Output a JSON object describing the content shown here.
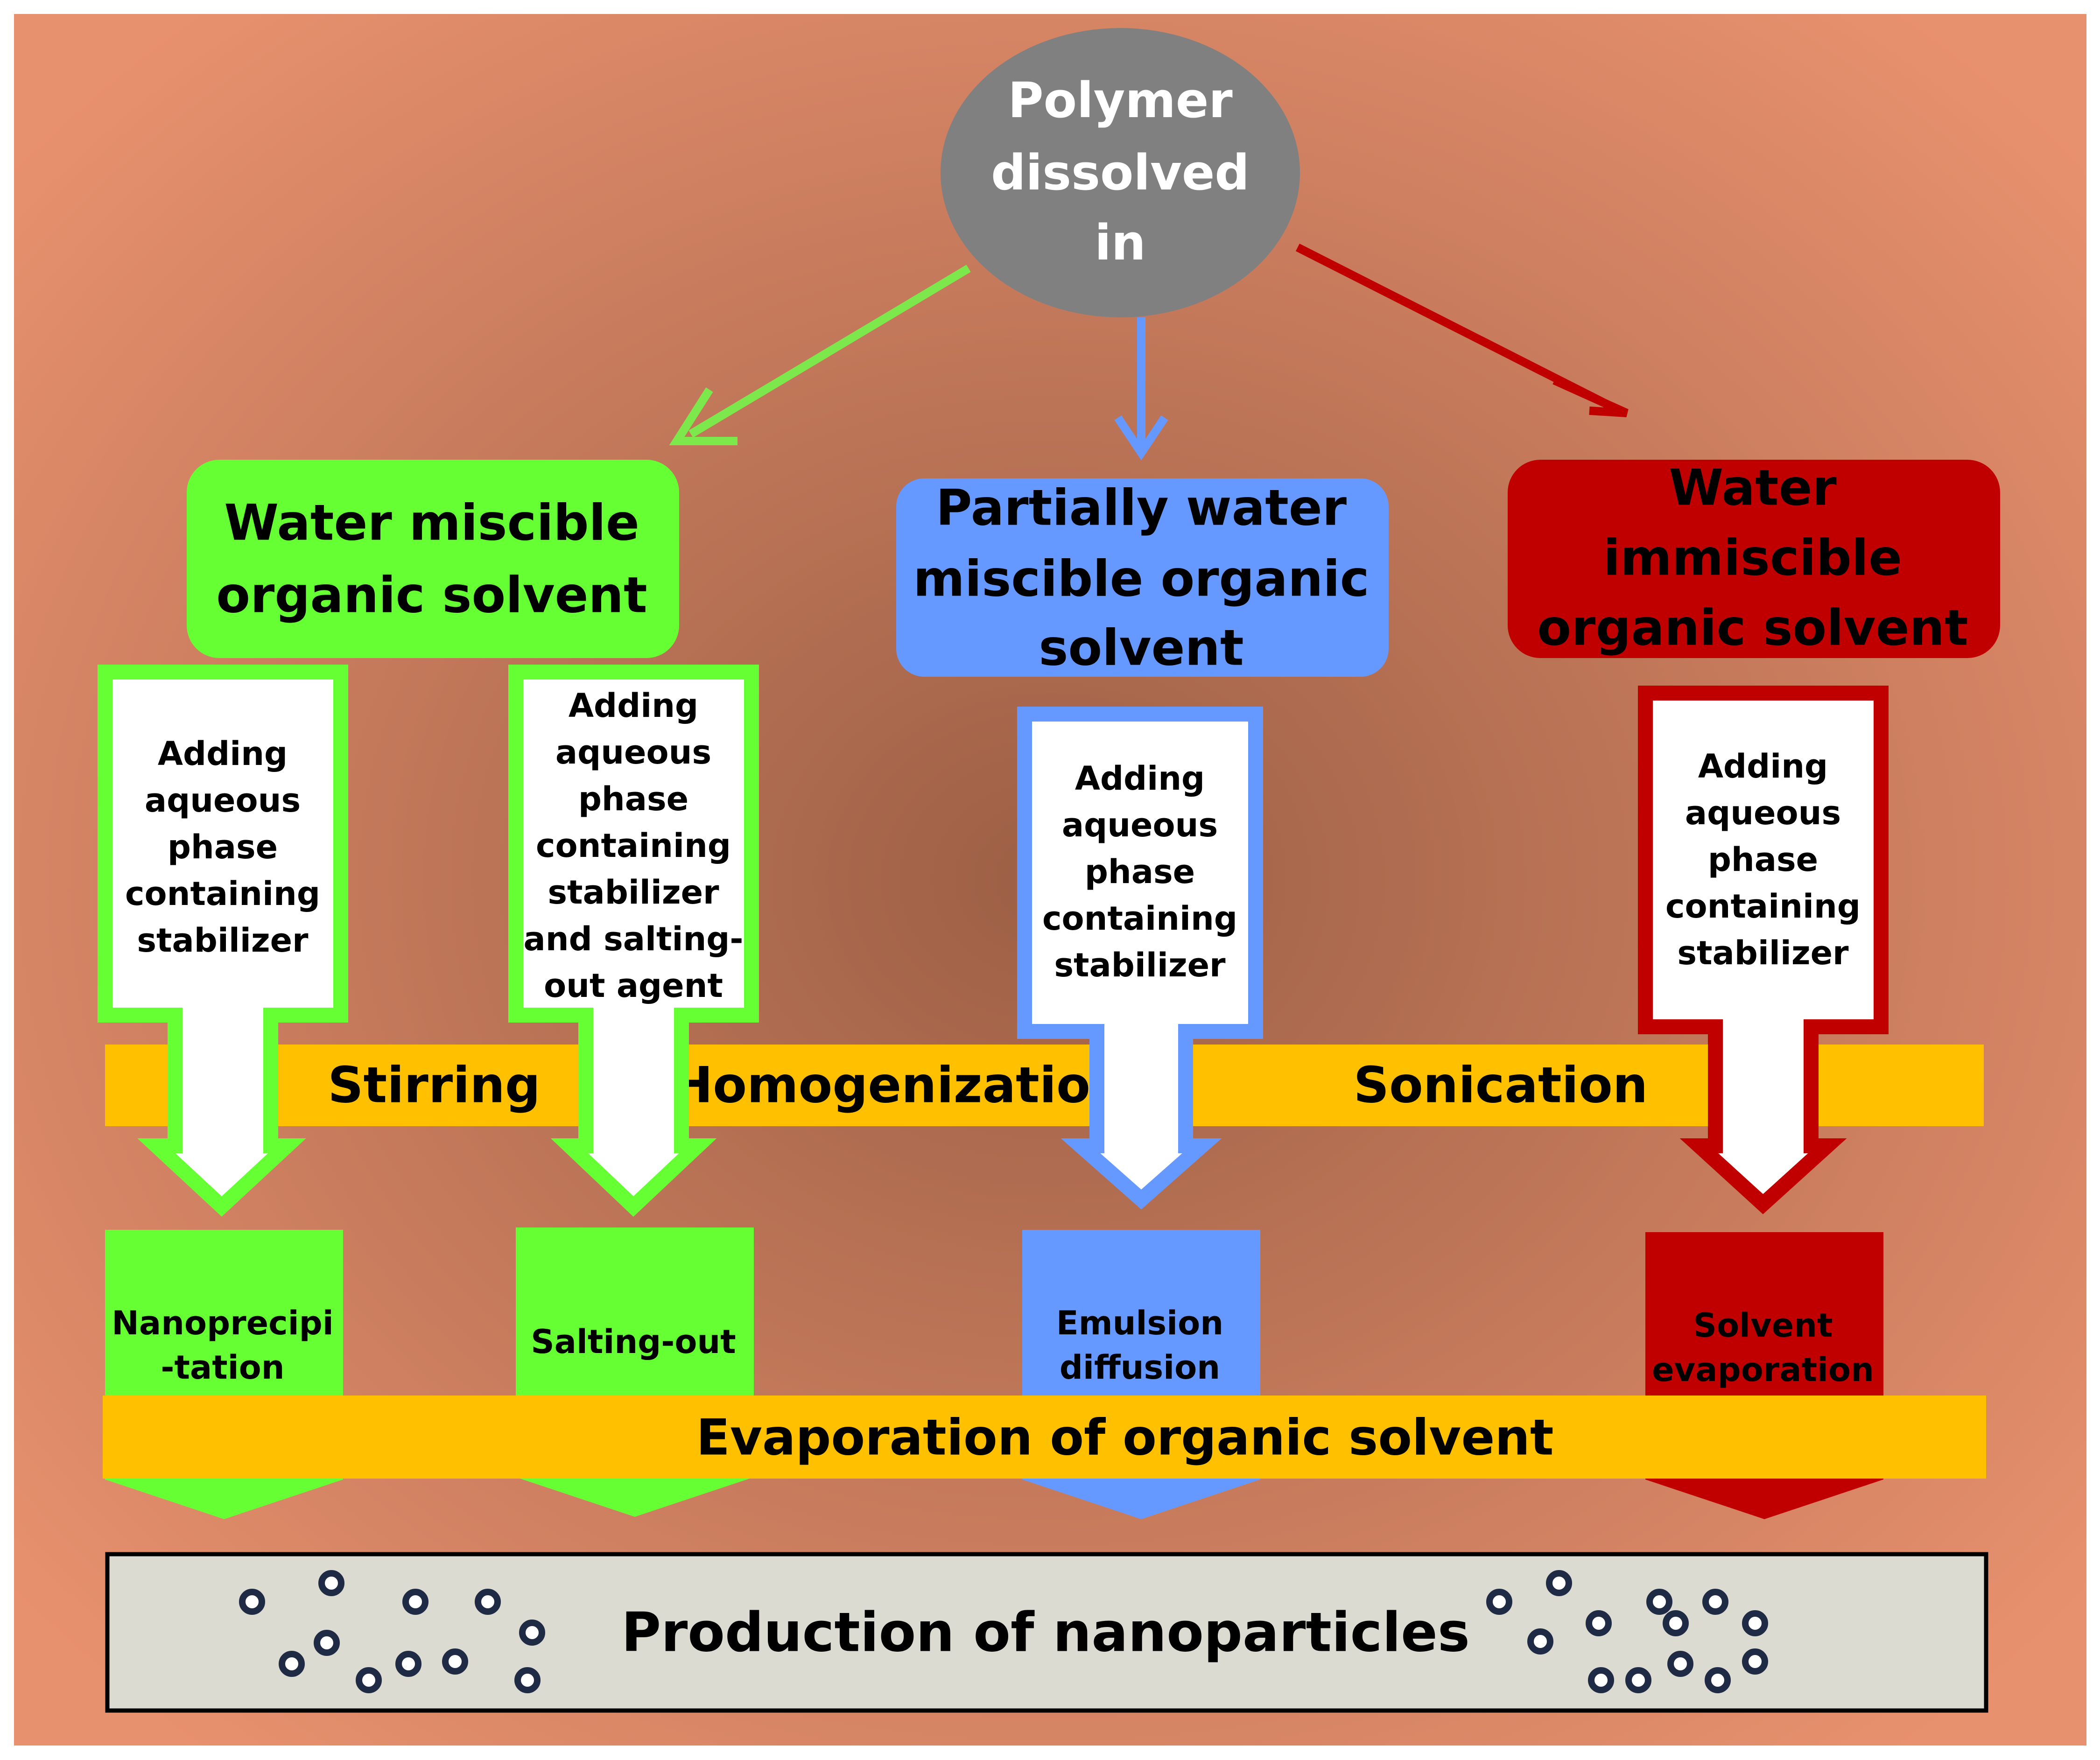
{
  "colors": {
    "background_center": "#9c5f45",
    "background_edge": "#e8916e",
    "green": "#66ff33",
    "green_arrow": "#7de84b",
    "blue": "#6699ff",
    "red": "#c00000",
    "gray": "#808080",
    "orange": "#ffc000",
    "final_box": "#dcdbd2"
  },
  "start": {
    "line1": "Polymer",
    "line2": "dissolved",
    "line3": "in"
  },
  "categories": [
    {
      "line1": "Water miscible",
      "line2": "organic solvent"
    },
    {
      "line1": "Partially water",
      "line2": "miscible organic",
      "line3": "solvent"
    },
    {
      "line1": "Water",
      "line2": "immiscible",
      "line3": "organic solvent"
    }
  ],
  "steps": [
    {
      "lines": [
        "Adding",
        "aqueous",
        "phase",
        "containing",
        "stabilizer"
      ]
    },
    {
      "lines": [
        "Adding",
        "aqueous",
        "phase",
        "containing",
        "stabilizer",
        "and salting-",
        "out agent"
      ]
    },
    {
      "lines": [
        "Adding",
        "aqueous",
        "phase",
        "containing",
        "stabilizer"
      ]
    },
    {
      "lines": [
        "Adding",
        "aqueous",
        "phase",
        "containing",
        "stabilizer"
      ]
    }
  ],
  "mixing": {
    "stirring": "Stirring",
    "homogenization": "Homogenization",
    "sonication": "Sonication"
  },
  "methods": [
    {
      "line1": "Nanoprecipi",
      "line2": "-tation"
    },
    {
      "line1": "Salting-out"
    },
    {
      "line1": "Emulsion",
      "line2": "diffusion"
    },
    {
      "line1": "Solvent",
      "line2": "evaporation"
    }
  ],
  "evaporation_label": "Evaporation of organic solvent",
  "final_label": "Production of nanoparticles"
}
